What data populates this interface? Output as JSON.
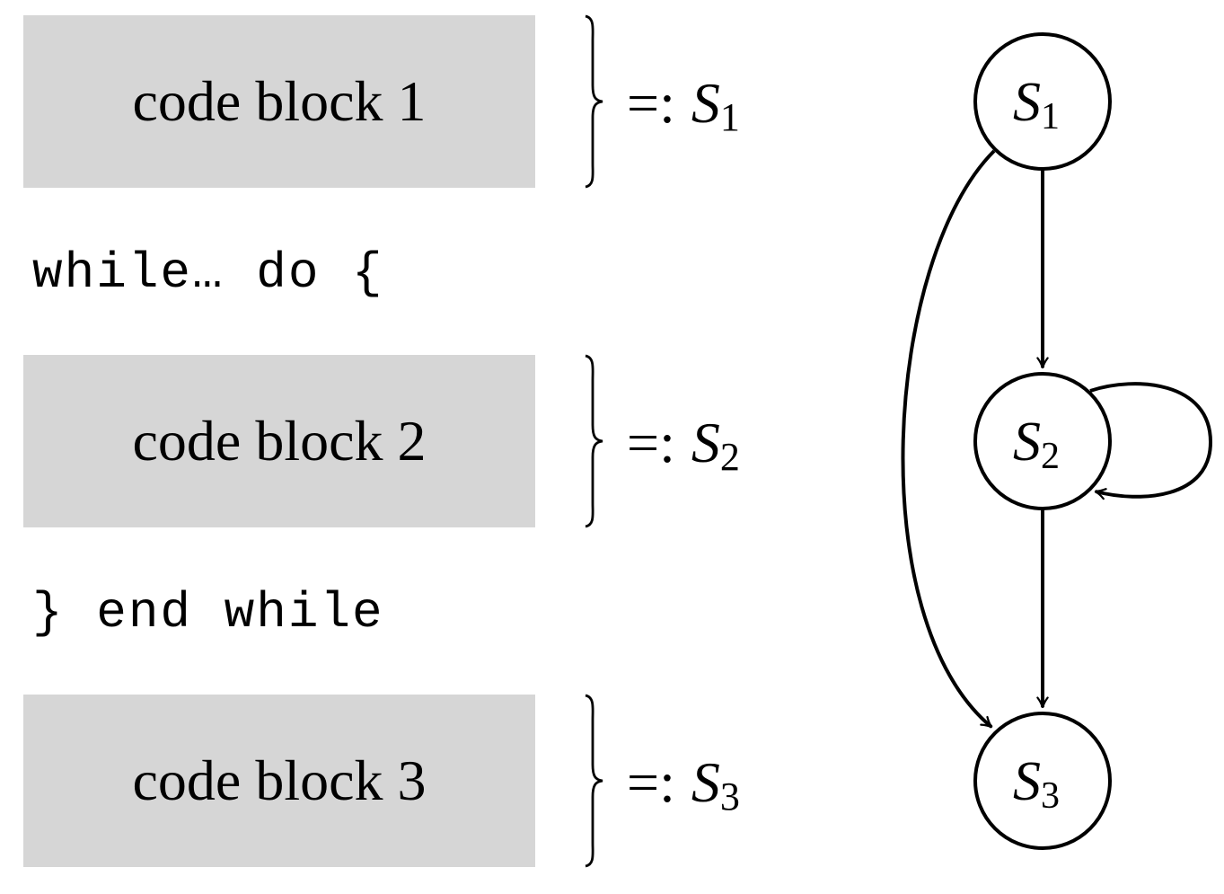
{
  "blocks": [
    {
      "label": "code block 1",
      "assign": "=:",
      "state": "S",
      "sub": "1"
    },
    {
      "label": "code block 2",
      "assign": "=:",
      "state": "S",
      "sub": "2"
    },
    {
      "label": "code block 3",
      "assign": "=:",
      "state": "S",
      "sub": "3"
    }
  ],
  "code": {
    "loop_open": "while… do {",
    "loop_close": "} end while"
  },
  "graph": {
    "nodes": [
      {
        "id": "S1",
        "letter": "S",
        "sub": "1"
      },
      {
        "id": "S2",
        "letter": "S",
        "sub": "2"
      },
      {
        "id": "S3",
        "letter": "S",
        "sub": "3"
      }
    ],
    "edges": [
      {
        "from": "S1",
        "to": "S2"
      },
      {
        "from": "S2",
        "to": "S2"
      },
      {
        "from": "S2",
        "to": "S3"
      },
      {
        "from": "S1",
        "to": "S3"
      }
    ]
  },
  "colors": {
    "block_fill": "#d6d6d6",
    "stroke": "#000000"
  }
}
